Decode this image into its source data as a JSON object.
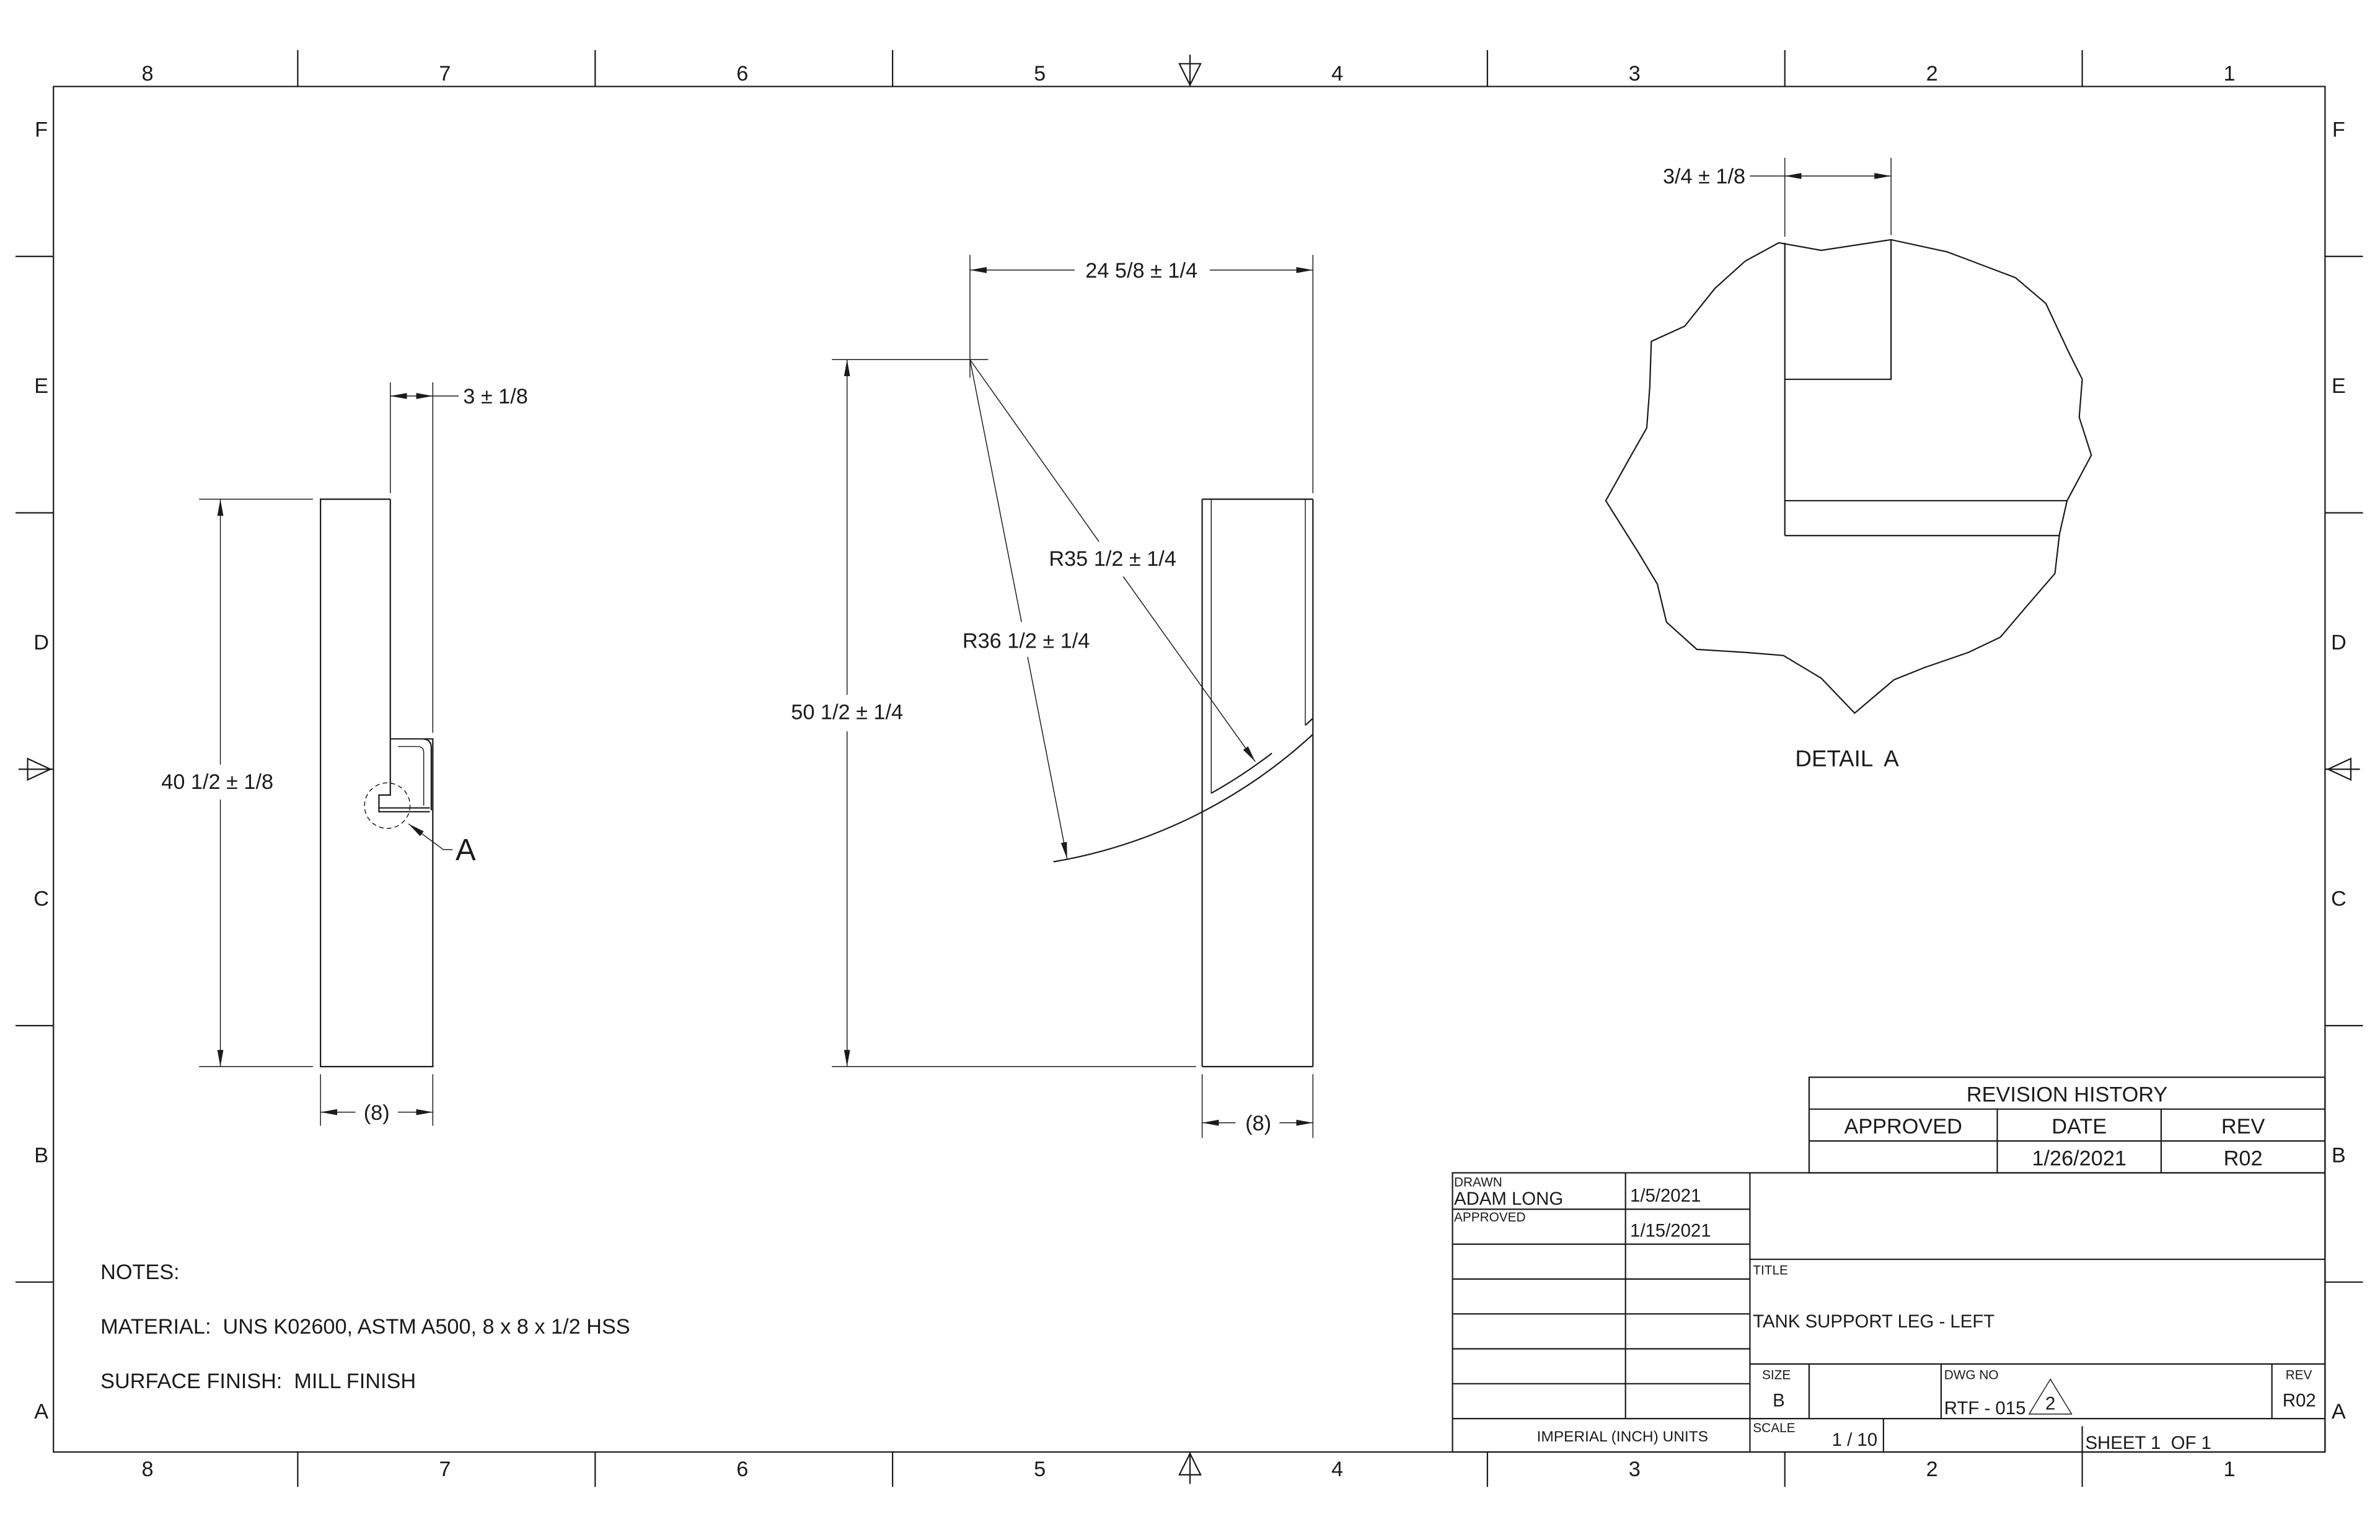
{
  "drawing": {
    "zones": {
      "columns": [
        "8",
        "7",
        "6",
        "5",
        "4",
        "3",
        "2",
        "1"
      ],
      "rows": [
        "F",
        "E",
        "D",
        "C",
        "B",
        "A"
      ]
    },
    "side_view": {
      "notch_width": "3 ± 1/8",
      "height": "40 1/2 ± 1/8",
      "width": "(8)",
      "detail_callout": "A"
    },
    "front_view": {
      "offset": "24 5/8 ± 1/4",
      "height": "50 1/2 ± 1/4",
      "inner_radius": "R35 1/2 ± 1/4",
      "outer_radius": "R36 1/2 ± 1/4",
      "width": "(8)"
    },
    "detail_view": {
      "notch_width": "3/4 ± 1/8",
      "label": "DETAIL  A"
    }
  },
  "notes": {
    "heading": "NOTES:",
    "material": "MATERIAL:  UNS K02600, ASTM A500, 8 x 8 x 1/2 HSS",
    "finish": "SURFACE FINISH:  MILL FINISH"
  },
  "revision_history": {
    "title": "REVISION HISTORY",
    "headers": [
      "APPROVED",
      "DATE",
      "REV"
    ],
    "rows": [
      {
        "date": "1/26/2021",
        "rev": "R02"
      }
    ]
  },
  "title_block": {
    "drawn_label": "DRAWN",
    "drawn_by": "ADAM LONG",
    "drawn_date": "1/5/2021",
    "approved_label": "APPROVED",
    "approved_date": "1/15/2021",
    "units": "IMPERIAL (INCH) UNITS",
    "title_label": "TITLE",
    "title": "TANK SUPPORT LEG - LEFT",
    "size_label": "SIZE",
    "size": "B",
    "dwg_no_label": "DWG NO",
    "dwg_no": "RTF - 015",
    "revision_marker": "2",
    "rev_label": "REV",
    "rev": "R02",
    "scale_label": "SCALE",
    "scale": "1 / 10",
    "sheet": "SHEET 1  OF 1"
  }
}
